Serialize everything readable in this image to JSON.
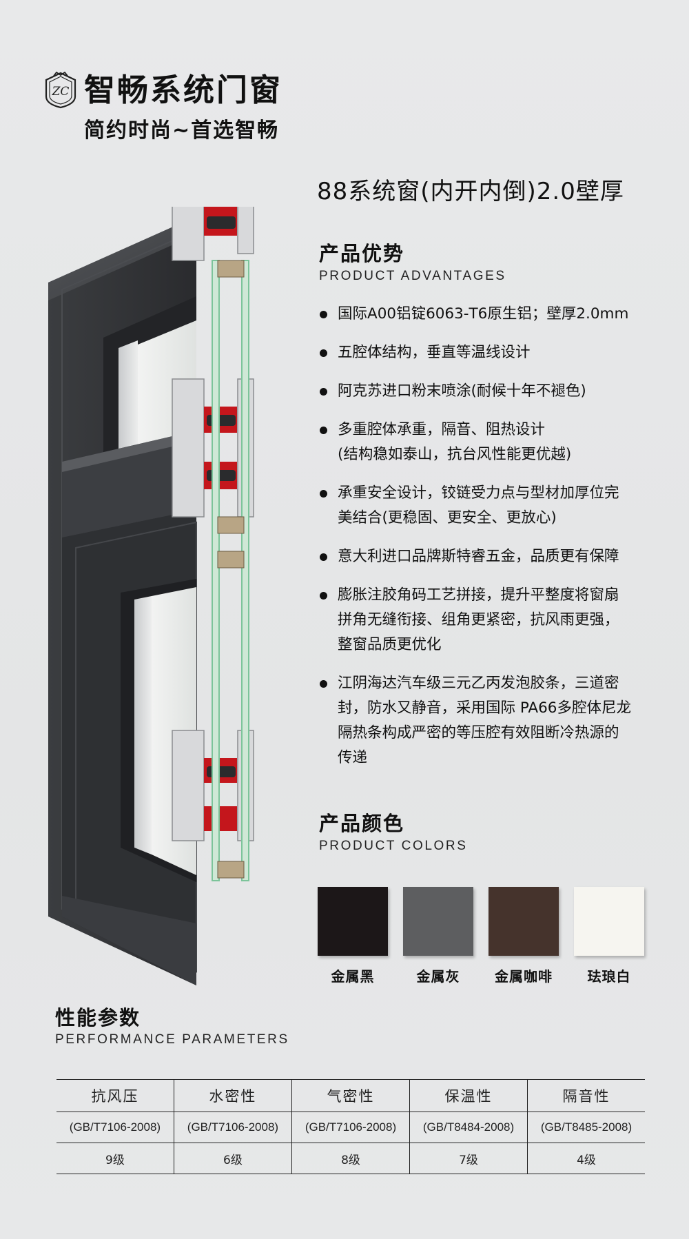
{
  "brand": {
    "name": "智畅系统门窗",
    "slogan": "简约时尚~首选智畅"
  },
  "product": {
    "title": "88系统窗(内开内倒)2.0壁厚"
  },
  "advantages": {
    "title": "产品优势",
    "subtitle": "PRODUCT ADVANTAGES",
    "items": [
      {
        "lines": [
          "国际A00铝锭6063-T6原生铝；壁厚2.0mm"
        ]
      },
      {
        "lines": [
          "五腔体结构，垂直等温线设计"
        ]
      },
      {
        "lines": [
          "阿克苏进口粉末喷涂(耐候十年不褪色)"
        ]
      },
      {
        "lines": [
          "多重腔体承重，隔音、阻热设计",
          "(结构稳如泰山，抗台风性能更优越)"
        ]
      },
      {
        "lines": [
          "承重安全设计，铰链受力点与型材加厚位完",
          "美结合(更稳固、更安全、更放心)"
        ]
      },
      {
        "lines": [
          "意大利进口品牌斯特睿五金，品质更有保障"
        ]
      },
      {
        "lines": [
          "膨胀注胶角码工艺拼接，提升平整度将窗扇",
          "拼角无缝衔接、组角更紧密，抗风雨更强，",
          "整窗品质更优化"
        ]
      },
      {
        "lines": [
          "江阴海达汽车级三元乙丙发泡胶条，三道密",
          "封，防水又静音，采用国际 PA66多腔体尼龙",
          "隔热条构成严密的等压腔有效阻断冷热源的",
          "传递"
        ]
      }
    ]
  },
  "colors": {
    "title": "产品颜色",
    "subtitle": "PRODUCT COLORS",
    "items": [
      {
        "label": "金属黑",
        "hex": "#1c1718"
      },
      {
        "label": "金属灰",
        "hex": "#5d5e60"
      },
      {
        "label": "金属咖啡",
        "hex": "#45332c"
      },
      {
        "label": "珐琅白",
        "hex": "#f6f5f0"
      }
    ]
  },
  "params": {
    "title": "性能参数",
    "subtitle": "PERFORMANCE PARAMETERS",
    "columns": [
      {
        "name": "抗风压",
        "standard": "(GB/T7106-2008)",
        "grade": "9级"
      },
      {
        "name": "水密性",
        "standard": "(GB/T7106-2008)",
        "grade": "6级"
      },
      {
        "name": "气密性",
        "standard": "(GB/T7106-2008)",
        "grade": "8级"
      },
      {
        "name": "保温性",
        "standard": "(GB/T8484-2008)",
        "grade": "7级"
      },
      {
        "name": "隔音性",
        "standard": "(GB/T8485-2008)",
        "grade": "4级"
      }
    ]
  }
}
